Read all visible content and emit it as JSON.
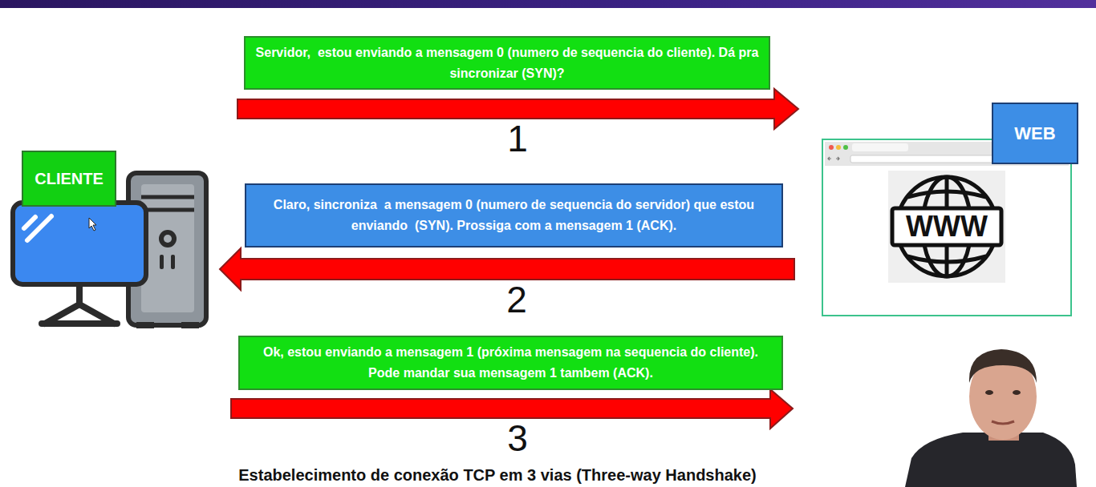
{
  "diagram": {
    "caption": "Estabelecimento de conexão TCP em 3 vias (Three-way Handshake)",
    "nodes": [
      {
        "text": [
          "Servidor,  estou enviando a mensagem 0 (numero de sequencia do cliente). Dá pra sincronizar (SYN)?"
        ]
      },
      {
        "text": [
          "WEB"
        ]
      },
      {
        "text": [
          "CLIENTE"
        ]
      },
      {
        "text": [
          "Claro, sincroniza  a mensagem 0 (numero de sequencia do servidor) que estou enviando  (SYN). Prossiga com a mensagem 1 (ACK)."
        ]
      },
      {
        "text": [
          "Ok, estou enviando a mensagem 1 (próxima mensagem na sequencia do cliente). Pode mandar sua mensagem 1 tambem (ACK)."
        ]
      }
    ],
    "labels": [
      "1",
      "2",
      "3",
      "WWW"
    ]
  }
}
